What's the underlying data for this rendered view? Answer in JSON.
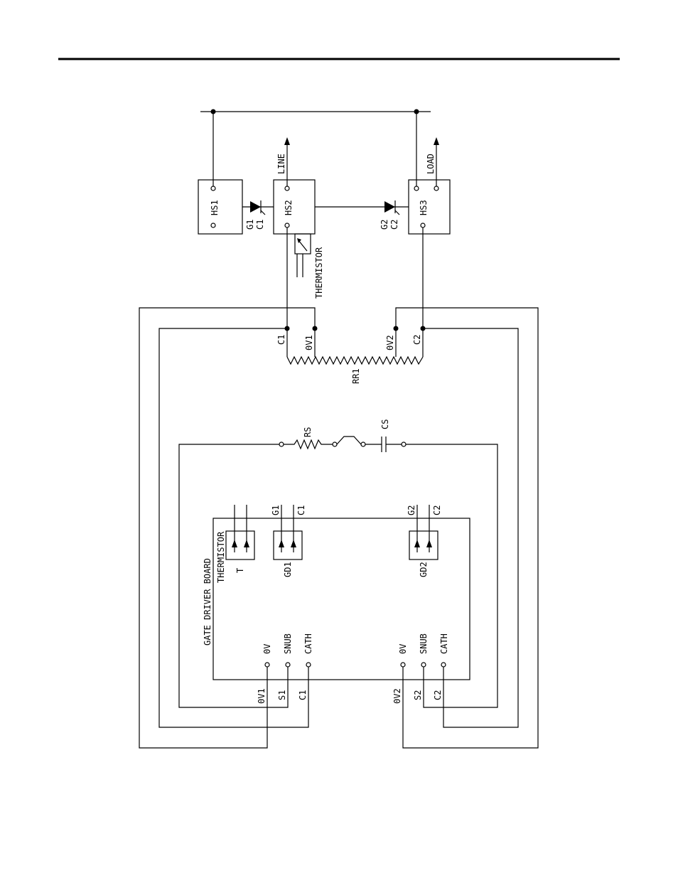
{
  "labels": {
    "hs1": "HS1",
    "hs2": "HS2",
    "hs3": "HS3",
    "line": "LINE",
    "load": "LOAD",
    "g1": "G1",
    "c1": "C1",
    "g2": "G2",
    "c2": "C2",
    "thermistor": "THERMISTOR",
    "c1_rr": "C1",
    "ov1_rr": "0V1",
    "ov2_rr": "0V2",
    "c2_rr": "C2",
    "rr1": "RR1",
    "rs": "RS",
    "cs": "CS",
    "gd_g1": "G1",
    "gd_c1": "C1",
    "gd_g2": "G2",
    "gd_c2": "C2",
    "t": "T",
    "gd1": "GD1",
    "gd2": "GD2",
    "board_title": "GATE DRIVER BOARD",
    "board_thermistor": "THERMISTOR",
    "ov_a": "0V",
    "snub_a": "SNUB",
    "cath_a": "CATH",
    "ov_b": "0V",
    "snub_b": "SNUB",
    "cath_b": "CATH",
    "w_ov1": "0V1",
    "w_s1": "S1",
    "w_c1": "C1",
    "w_ov2": "0V2",
    "w_s2": "S2",
    "w_c2": "C2"
  }
}
